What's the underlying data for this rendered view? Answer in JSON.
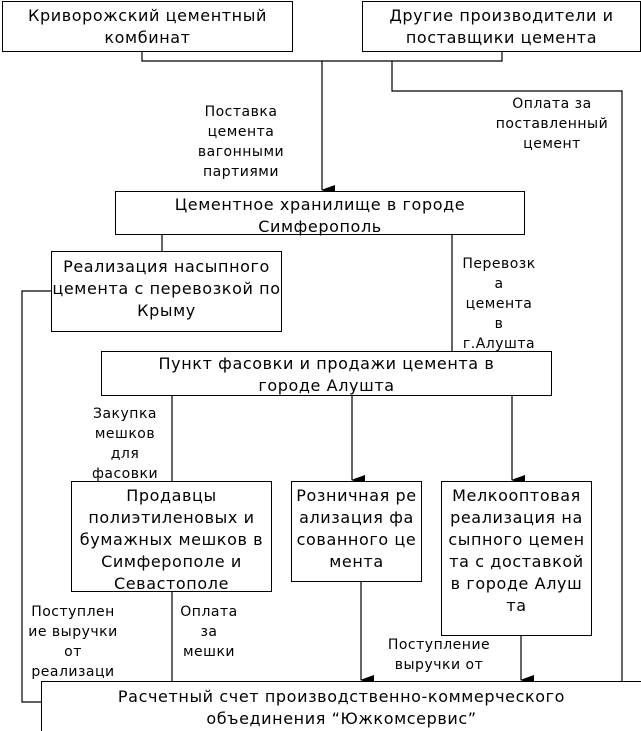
{
  "nodes": {
    "krivoy_rog": "Криворожский цементный комбинат",
    "other_suppliers": "Другие производители и поставщики цемента",
    "storage": "Цементное хранилище в городе Симферополь",
    "bulk_crimea": "Реализация насыпного цемента с перевозкой по Крыму",
    "packing_point": "Пункт фасовки и продажи цемента в городе Алушта",
    "bag_sellers": "Продавцы полиэтиленовых и бумажных мешков в Симферополе и Севастополе",
    "retail": "Розничная реализация фасованного цемента",
    "small_wholesale": "Мелкооптовая реализация насыпного цемента с доставкой в городе Алушта",
    "account": "Расчетный счет производственно-коммерческого объединения “Южкомсервис”"
  },
  "edge_labels": {
    "supply": "Поставка\nцемента\nвагонными\nпартиями",
    "payment_cement": "Оплата за\nпоставленный\nцемент",
    "transport_alushta": "Перевозк\nа\nцемента\nв\nг.Алушта",
    "buy_bags": "Закупка\nмешков\nдля\nфасовки",
    "revenue_left": "Поступлен\nие выручки\nот\nреализаци\nи",
    "pay_bags": "Оплата\nза\nмешки",
    "revenue_right": "Поступление\nвыручки от\nреализации"
  }
}
